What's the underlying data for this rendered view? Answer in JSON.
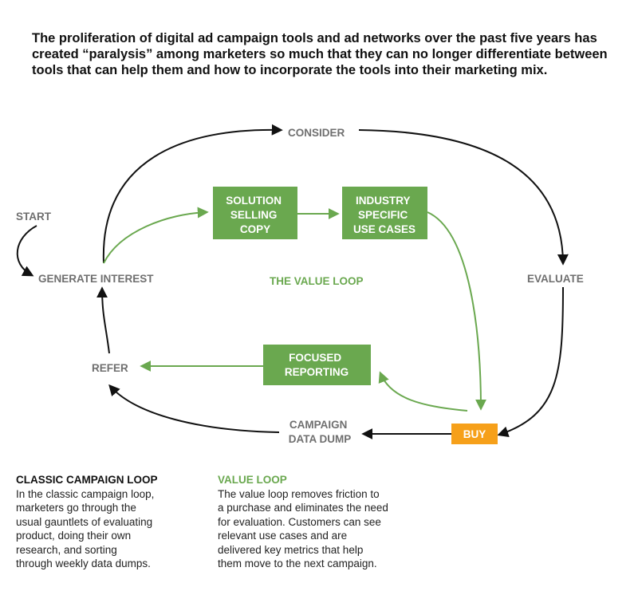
{
  "intro_text": "The proliferation of digital ad campaign tools and ad networks over the past five years has\ncreated “paralysis” among marketers so much that they can no longer differentiate between\ntools that can help them and how to incorporate the tools into their marketing mix.",
  "colors": {
    "green": "#6aa84f",
    "box_green": "#6aa84f",
    "orange": "#f6a01a",
    "black": "#111111",
    "gray_text": "#6f6f6f"
  },
  "diagram": {
    "start": "START",
    "generate_interest": "GENERATE INTEREST",
    "consider": "CONSIDER",
    "evaluate": "EVALUATE",
    "buy": "BUY",
    "campaign_data_dump": [
      "CAMPAIGN",
      "DATA DUMP"
    ],
    "refer": "REFER",
    "value_loop_label": "THE VALUE LOOP",
    "solution_selling_copy": [
      "SOLUTION",
      "SELLING",
      "COPY"
    ],
    "industry_specific_use_cases": [
      "INDUSTRY",
      "SPECIFIC",
      "USE CASES"
    ],
    "focused_reporting": [
      "FOCUSED",
      "REPORTING"
    ]
  },
  "legend": {
    "classic": {
      "title": "CLASSIC CAMPAIGN LOOP",
      "body": "In the classic campaign loop,\nmarketers go through the\nusual gauntlets of evaluating\nproduct, doing their own\nresearch, and sorting\nthrough weekly data dumps."
    },
    "value": {
      "title": "VALUE LOOP",
      "body": "The value loop removes friction to\na purchase and eliminates the need\nfor evaluation. Customers can see\nrelevant use cases and are\ndelivered key metrics that help\nthem move to the next campaign."
    }
  }
}
